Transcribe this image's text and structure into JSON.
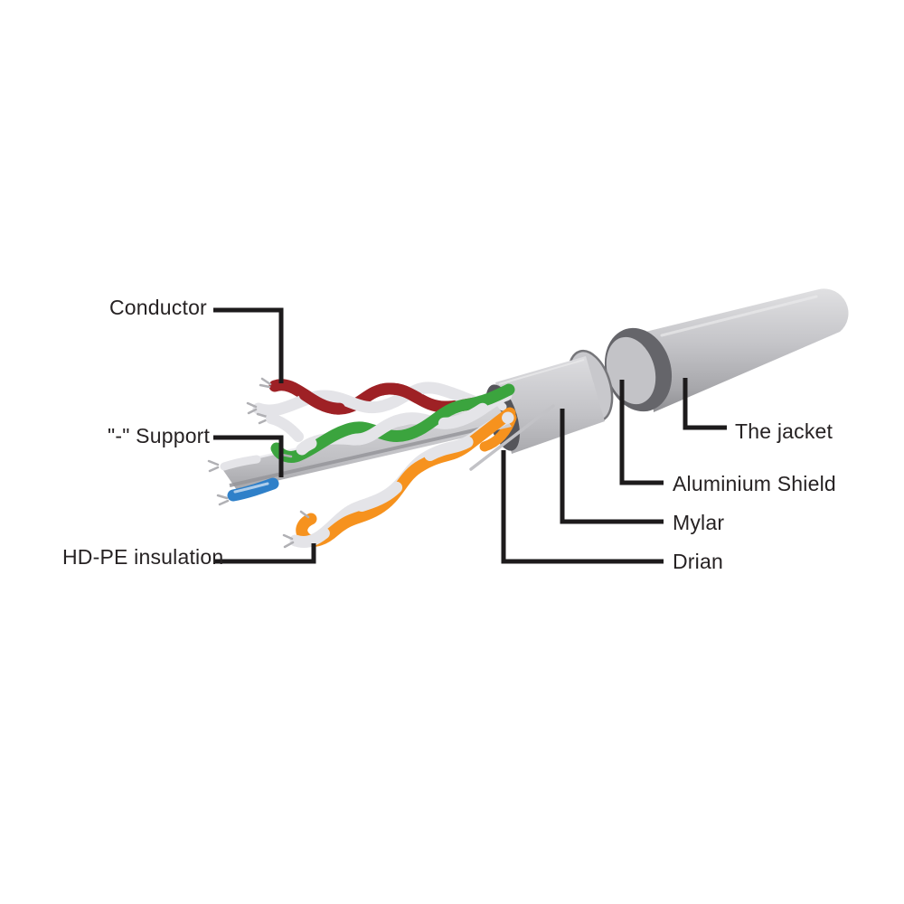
{
  "diagram": {
    "labels": {
      "conductor": "Conductor",
      "support": "\"-\" Support",
      "hd_pe": "HD-PE insulation",
      "jacket": "The jacket",
      "aluminium_shield": "Aluminium Shield",
      "mylar": "Mylar",
      "drain": "Drian"
    },
    "colors": {
      "pair_red": "#9e2125",
      "pair_green": "#3ba43e",
      "pair_orange": "#f6921e",
      "support_blue": "#2f80c9",
      "white_wire": "#e4e4e8",
      "jacket_gray": "#c3c3c7",
      "shield_dark": "#65656a",
      "callout_black": "#1d1b1c",
      "text_color": "#262223"
    }
  }
}
